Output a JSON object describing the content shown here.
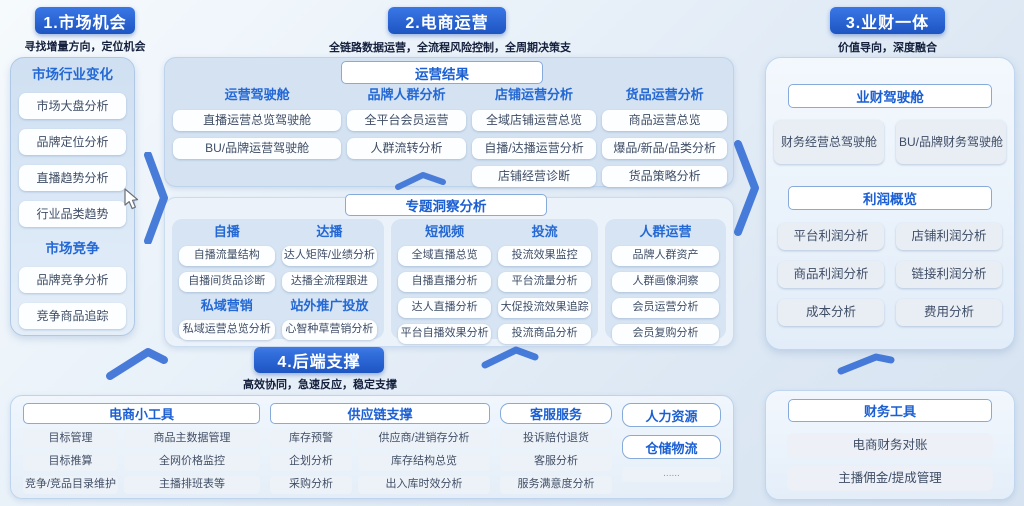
{
  "sections": {
    "s1": {
      "title": "1.市场机会",
      "subtitle": "寻找增量方向，定位机会"
    },
    "s2": {
      "title": "2.电商运营",
      "subtitle": "全链路数据运营，全流程风险控制，全周期决策支撑"
    },
    "s3": {
      "title": "3.业财一体",
      "subtitle": "价值导向，深度融合"
    },
    "s4": {
      "title": "4.后端支撑",
      "subtitle": "高效协同，急速反应，稳定支撑"
    }
  },
  "market": {
    "group1": {
      "header": "市场行业变化",
      "items": [
        "市场大盘分析",
        "品牌定位分析",
        "直播趋势分析",
        "行业品类趋势"
      ]
    },
    "group2": {
      "header": "市场竞争",
      "items": [
        "品牌竞争分析",
        "竞争商品追踪"
      ]
    }
  },
  "op_results": {
    "header": "运营结果",
    "cols": [
      {
        "header": "运营驾驶舱",
        "items": [
          "直播运营总览驾驶舱",
          "BU/品牌运营驾驶舱"
        ]
      },
      {
        "header": "品牌人群分析",
        "items": [
          "全平台会员运营",
          "人群流转分析"
        ]
      },
      {
        "header": "店铺运营分析",
        "items": [
          "全域店铺运营总览",
          "自播/达播运营分析",
          "店铺经营诊断"
        ]
      },
      {
        "header": "货品运营分析",
        "items": [
          "商品运营总览",
          "爆品/新品/品类分析",
          "货品策略分析"
        ]
      }
    ]
  },
  "insight": {
    "header": "专题洞察分析",
    "col_self": {
      "header": "自播",
      "items": [
        "自播流量结构",
        "自播间货品诊断"
      ]
    },
    "col_private": {
      "header": "私域营销",
      "items": [
        "私域运营总览分析"
      ]
    },
    "col_talent": {
      "header": "达播",
      "items": [
        "达人矩阵/业绩分析",
        "达播全流程跟进"
      ]
    },
    "col_offsite": {
      "header": "站外推广投放",
      "items": [
        "心智种草营销分析"
      ]
    },
    "col_video": {
      "header": "短视频",
      "items": [
        "全域直播总览",
        "自播直播分析",
        "达人直播分析",
        "平台自播效果分析"
      ]
    },
    "col_ads": {
      "header": "投流",
      "items": [
        "投流效果监控",
        "平台流量分析",
        "大促投流效果追踪",
        "投流商品分析"
      ]
    },
    "col_audience": {
      "header": "人群运营",
      "items": [
        "品牌人群资产",
        "人群画像洞察",
        "会员运营分析",
        "会员复购分析"
      ]
    }
  },
  "finance": {
    "dash": {
      "header": "业财驾驶舱",
      "items": [
        "财务经营总驾驶舱",
        "BU/品牌财务驾驶舱"
      ]
    },
    "profit": {
      "header": "利润概览",
      "items": [
        "平台利润分析",
        "店铺利润分析",
        "商品利润分析",
        "链接利润分析",
        "成本分析",
        "费用分析"
      ]
    }
  },
  "backend": {
    "tools": {
      "header": "电商小工具",
      "items": [
        "目标管理",
        "商品主数据管理",
        "目标推算",
        "全网价格监控",
        "竞争/竞品目录维护",
        "主播排班表等"
      ]
    },
    "supply": {
      "header": "供应链支撑",
      "items": [
        "库存预警",
        "供应商/进销存分析",
        "企划分析",
        "库存结构总览",
        "采购分析",
        "出入库时效分析"
      ]
    },
    "service": {
      "header": "客服服务",
      "items": [
        "投诉赔付退货",
        "客服分析",
        "服务满意度分析"
      ]
    },
    "hr": {
      "header": "人力资源"
    },
    "warehouse": {
      "header": "仓储物流"
    },
    "more": "......",
    "fintools": {
      "header": "财务工具",
      "items": [
        "电商财务对账",
        "主播佣金/提成管理"
      ]
    }
  },
  "colors": {
    "button_blue": "#2a66d9",
    "header_text_blue": "#1b5fd2",
    "panel_blue": "#d4e2f2",
    "arrow_blue": "#3a71d6"
  }
}
